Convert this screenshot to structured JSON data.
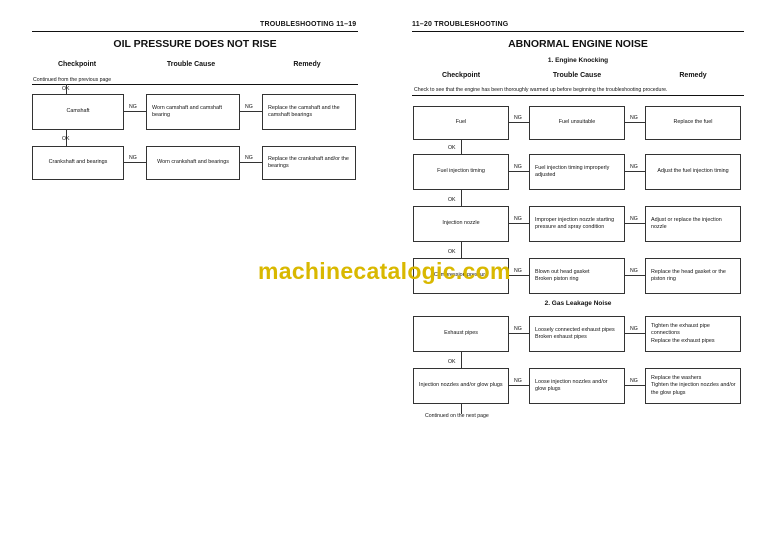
{
  "left_page": {
    "header": "TROUBLESHOOTING  11–19",
    "title": "OIL PRESSURE DOES NOT RISE",
    "columns": [
      "Checkpoint",
      "Trouble Cause",
      "Remedy"
    ],
    "continued_from": "Continued from the previous page",
    "ok": "OK",
    "ng": "NG",
    "rows": [
      {
        "checkpoint": "Camshaft",
        "cause": "Worn camshaft and camshaft bearing",
        "remedy": "Replace the camshaft and the camshaft bearings"
      },
      {
        "checkpoint": "Crankshaft and bearings",
        "cause": "Worn crankshaft and bearings",
        "remedy": "Replace the crankshaft and/or the bearings"
      }
    ]
  },
  "right_page": {
    "header": "11–20  TROUBLESHOOTING",
    "title": "ABNORMAL ENGINE NOISE",
    "section1": "1.   Engine Knocking",
    "columns": [
      "Checkpoint",
      "Trouble Cause",
      "Remedy"
    ],
    "note": "Check to see that the engine has been thoroughly warmed up before beginning the troubleshooting procedure.",
    "ok": "OK",
    "ng": "NG",
    "rows1": [
      {
        "checkpoint": "Fuel",
        "cause": "Fuel unsuitable",
        "remedy": "Replace the fuel"
      },
      {
        "checkpoint": "Fuel injection timing",
        "cause": "Fuel injection timing improperly adjusted",
        "remedy": "Adjust the fuel injection timing"
      },
      {
        "checkpoint": "Injection nozzle",
        "cause": "Improper injection nozzle starting pressure and spray condition",
        "remedy": "Adjust or replace the injection nozzle"
      },
      {
        "checkpoint": "Compression pressure",
        "cause": "Blown out head gasket\nBroken piston ring",
        "remedy": "Replace the head gasket or the piston ring"
      }
    ],
    "section2": "2.   Gas Leakage Noise",
    "rows2": [
      {
        "checkpoint": "Exhaust pipes",
        "cause": "Loosely connected exhaust pipes\nBroken exhaust pipes",
        "remedy": "Tighten the exhaust pipe connections\nReplace the exhaust pipes"
      },
      {
        "checkpoint": "Injection nozzles and/or glow plugs",
        "cause": "Loose injection nozzles and/or glow plugs",
        "remedy": "Replace the washers\nTighten the injection nozzles and/or the glow plugs"
      }
    ],
    "continued_next": "Continued on the next page"
  },
  "watermark": "machinecatalogic.com"
}
